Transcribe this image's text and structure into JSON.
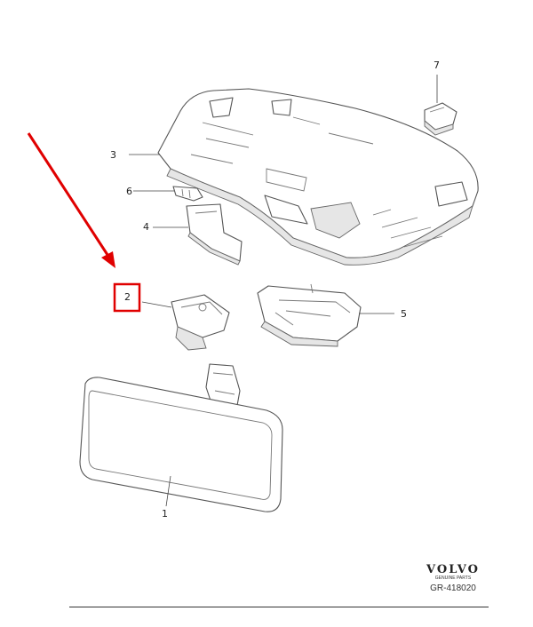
{
  "callouts": [
    {
      "id": "1",
      "label": "1"
    },
    {
      "id": "2",
      "label": "2"
    },
    {
      "id": "3",
      "label": "3"
    },
    {
      "id": "4",
      "label": "4"
    },
    {
      "id": "5",
      "label": "5"
    },
    {
      "id": "6",
      "label": "6"
    },
    {
      "id": "7",
      "label": "7"
    }
  ],
  "highlight": {
    "target_callout": "2",
    "color": "#e00000"
  },
  "brand": {
    "logo_text": "VOLVO",
    "subtitle": "GENUINE PARTS"
  },
  "drawing_ref": "GR-418020"
}
